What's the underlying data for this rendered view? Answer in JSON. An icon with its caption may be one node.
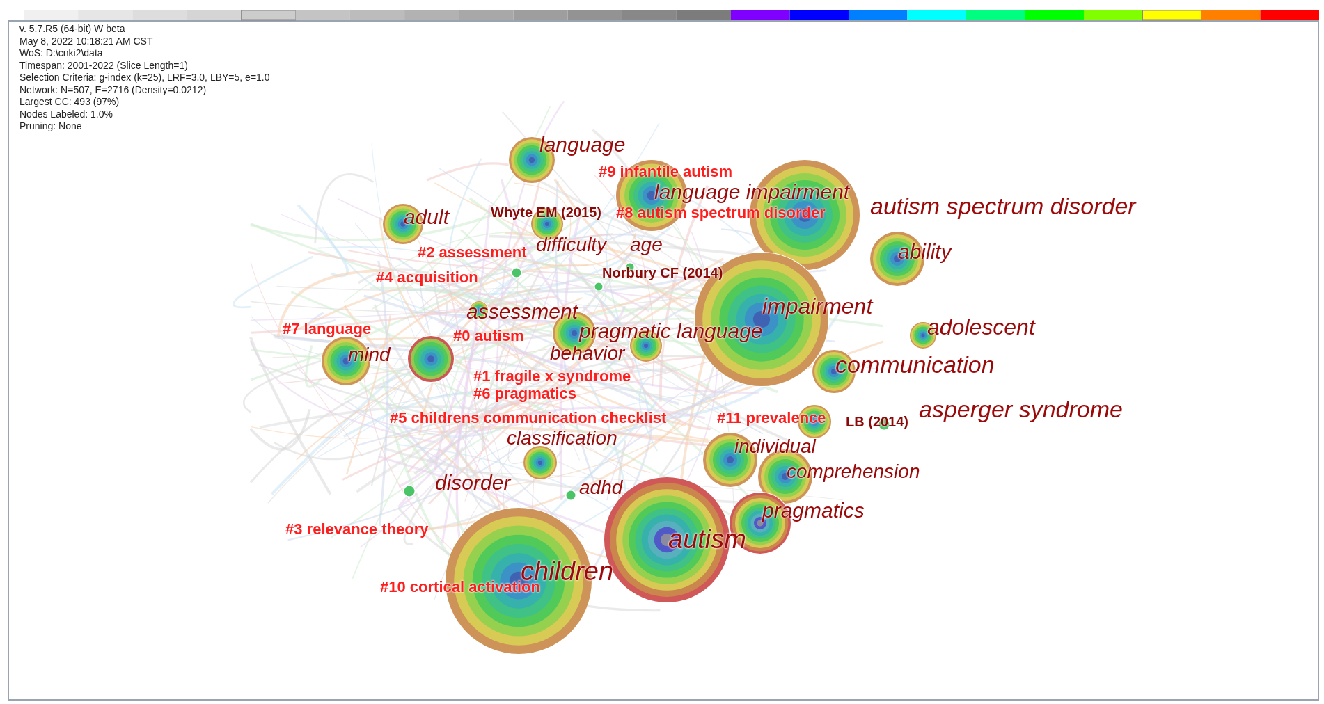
{
  "diagram": {
    "nodes": [
      {
        "text": [
          "language"
        ]
      },
      {
        "text": [
          "language impairment"
        ]
      },
      {
        "text": [
          "autism spectrum disorder"
        ]
      },
      {
        "text": [
          "Whyte EM (2015)"
        ]
      },
      {
        "text": [
          "adult"
        ]
      },
      {
        "text": [
          "ability"
        ]
      },
      {
        "text": [
          "difficulty"
        ]
      },
      {
        "text": [
          "age"
        ]
      },
      {
        "text": [
          "Norbury CF (2014)"
        ]
      },
      {
        "text": [
          "assessment"
        ]
      },
      {
        "text": [
          "impairment"
        ]
      },
      {
        "text": [
          "adolescent"
        ]
      },
      {
        "text": [
          "pragmatic language"
        ]
      },
      {
        "text": [
          "mind"
        ]
      },
      {
        "text": [],
        "shape": "circle"
      },
      {
        "text": [
          "behavior"
        ]
      },
      {
        "text": [
          "communication"
        ]
      },
      {
        "text": [
          "asperger syndrome"
        ]
      },
      {
        "text": [
          "LB (2014)"
        ]
      },
      {
        "text": [
          "classification"
        ]
      },
      {
        "text": [
          "individual"
        ]
      },
      {
        "text": [
          "comprehension"
        ]
      },
      {
        "text": [
          "disorder"
        ]
      },
      {
        "text": [
          "adhd"
        ]
      },
      {
        "text": [
          "pragmatics"
        ]
      },
      {
        "text": [
          "autism"
        ]
      },
      {
        "text": [
          "children"
        ]
      }
    ],
    "labels": [
      "v. 5.7.R5 (64-bit) W beta",
      "May 8, 2022 10:18:21 AM CST",
      "WoS: D:\\cnki2\\data",
      "Timespan: 2001-2022 (Slice Length=1)",
      "Selection Criteria: g-index (k=25), LRF=3.0, LBY=5, e=1.0",
      "Network: N=507, E=2716 (Density=0.0212)",
      "Largest CC: 493 (97%)",
      "Nodes Labeled: 1.0%",
      "Pruning: None",
      "#9 infantile autism",
      "#8 autism spectrum disorder",
      "#2 assessment",
      "#4 acquisition",
      "#7 language",
      "#0 autism",
      "#1 fragile x syndrome",
      "#6 pragmatics",
      "#5 childrens communication checklist",
      "#11 prevalence",
      "#3 relevance theory",
      "#10 cortical activation"
    ]
  }
}
